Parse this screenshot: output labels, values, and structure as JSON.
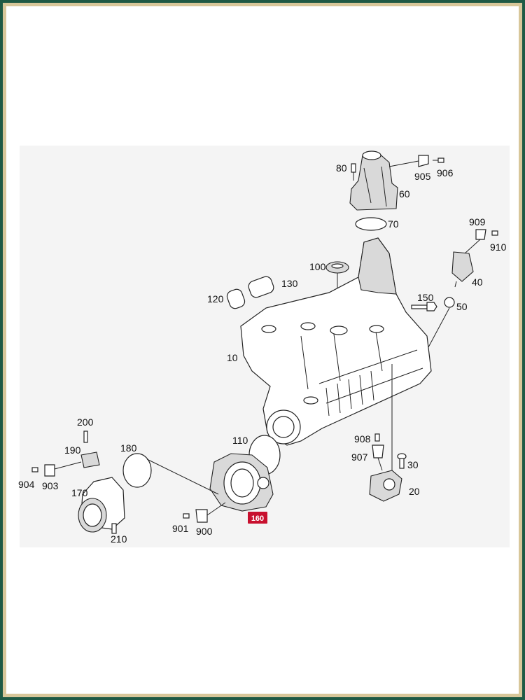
{
  "callouts": {
    "c10": "10",
    "c20": "20",
    "c30": "30",
    "c40": "40",
    "c50": "50",
    "c60": "60",
    "c70": "70",
    "c80": "80",
    "c100": "100",
    "c110": "110",
    "c120": "120",
    "c130": "130",
    "c150": "150",
    "c170": "170",
    "c180": "180",
    "c190": "190",
    "c200": "200",
    "c210": "210",
    "c900": "900",
    "c901": "901",
    "c903": "903",
    "c904": "904",
    "c905": "905",
    "c906": "906",
    "c907": "907",
    "c908": "908",
    "c909": "909",
    "c910": "910"
  },
  "highlight": {
    "label": "160",
    "color": "#c8102e"
  },
  "colors": {
    "frame_outer": "#1f5a45",
    "frame_trim": "#d8c79a",
    "diagram_bg": "#f4f4f4"
  }
}
